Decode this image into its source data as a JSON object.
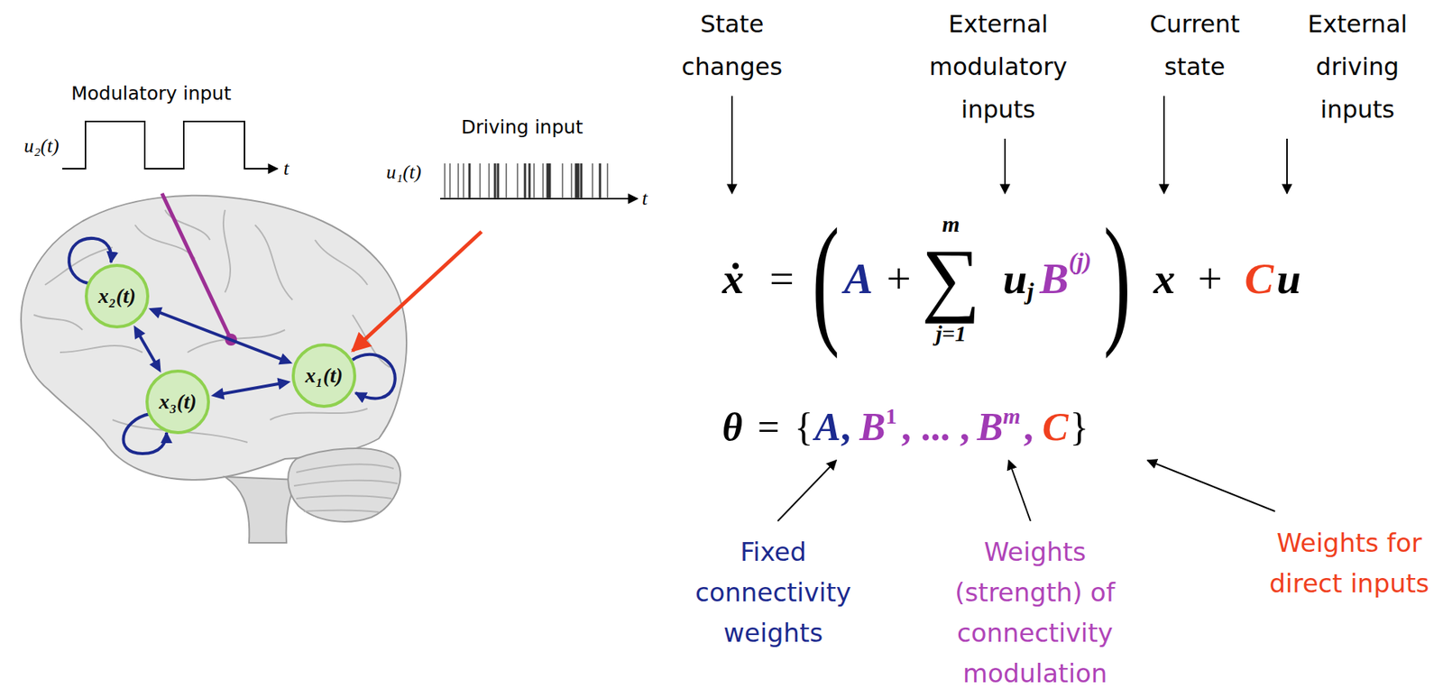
{
  "diagram": {
    "nodes": [
      {
        "text": [
          "x₂(t)"
        ]
      },
      {
        "text": [
          "x₁(t)"
        ]
      },
      {
        "text": [
          "x₃(t)"
        ]
      }
    ],
    "edges": [
      {
        "from": 0,
        "to": 1,
        "arrow": "both"
      },
      {
        "from": 0,
        "to": 2,
        "arrow": "both"
      },
      {
        "from": 2,
        "to": 1,
        "arrow": "both"
      }
    ],
    "labels": [
      "Modulatory input",
      "u₂(t)",
      "t",
      "Driving input",
      "u₁(t)",
      "t",
      "State changes",
      "External modulatory inputs",
      "Current state",
      "External driving inputs",
      "ẋ",
      "=",
      "(",
      "A",
      "+",
      "m",
      "∑",
      "j=1",
      "u",
      "j",
      "B",
      "(j)",
      ")",
      "x",
      "+",
      "C",
      "u",
      "θ",
      "=",
      "{",
      "A",
      ",",
      "B",
      "1",
      ", ... ,",
      "B",
      "m",
      ",",
      "C",
      "}",
      "Fixed connectivity weights",
      "Weights (strength) of connectivity modulation",
      "Weights for direct inputs"
    ]
  }
}
